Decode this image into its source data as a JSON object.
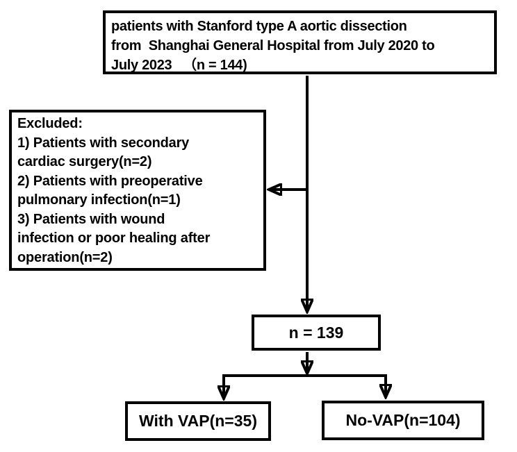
{
  "page": {
    "background": "#ffffff",
    "line_color": "#000000",
    "text_color": "#000000"
  },
  "flowchart": {
    "boxes": {
      "enrollment": {
        "text": "patients with Stanford type A aortic dissection\nfrom  Shanghai General Hospital from July 2020 to\nJuly 2023   （n = 144)",
        "n": 144
      },
      "excluded": {
        "text": "Excluded:\n1) Patients with secondary\ncardiac surgery(n=2)\n2) Patients with preoperative\npulmonary infection(n=1)\n3) Patients with wound\ninfection or poor healing after\noperation(n=2)",
        "exclusion_counts": [
          2,
          1,
          2
        ]
      },
      "after_exclusion": {
        "text": "n = 139",
        "n": 139
      },
      "with_vap": {
        "text": "With VAP(n=35)",
        "n": 35
      },
      "no_vap": {
        "text": "No-VAP(n=104)",
        "n": 104
      }
    }
  }
}
